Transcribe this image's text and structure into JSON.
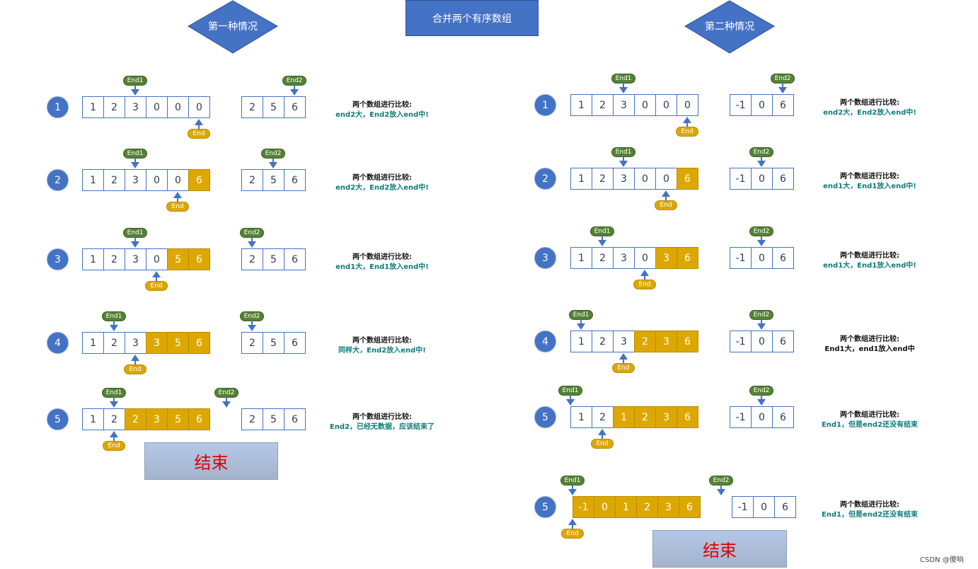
{
  "title": "合并两个有序数组",
  "left": {
    "heading": "第一种情况",
    "steps": [
      {
        "num": "1",
        "a": [
          "1",
          "2",
          "3",
          "0",
          "0",
          "0"
        ],
        "ahl": [],
        "b": [
          "2",
          "5",
          "6"
        ],
        "end1": "End1",
        "end2": "End2",
        "end": "End",
        "line1": "两个数组进行比较:",
        "line2": "end2大，End2放入end中!"
      },
      {
        "num": "2",
        "a": [
          "1",
          "2",
          "3",
          "0",
          "0",
          "6"
        ],
        "ahl": [
          5
        ],
        "b": [
          "2",
          "5",
          "6"
        ],
        "end1": "End1",
        "end2": "End2",
        "end": "End",
        "line1": "两个数组进行比较:",
        "line2": "end2大，End2放入end中!"
      },
      {
        "num": "3",
        "a": [
          "1",
          "2",
          "3",
          "0",
          "5",
          "6"
        ],
        "ahl": [
          4,
          5
        ],
        "b": [
          "2",
          "5",
          "6"
        ],
        "end1": "End1",
        "end2": "End2",
        "end": "End",
        "line1": "两个数组进行比较:",
        "line2": "end1大，End1放入end中!"
      },
      {
        "num": "4",
        "a": [
          "1",
          "2",
          "3",
          "3",
          "5",
          "6"
        ],
        "ahl": [
          3,
          4,
          5
        ],
        "b": [
          "2",
          "5",
          "6"
        ],
        "end1": "End1",
        "end2": "End2",
        "end": "End",
        "line1": "两个数组进行比较:",
        "line2": "同样大，End2放入end中!"
      },
      {
        "num": "5",
        "a": [
          "1",
          "2",
          "2",
          "3",
          "5",
          "6"
        ],
        "ahl": [
          2,
          3,
          4,
          5
        ],
        "b": [
          "2",
          "5",
          "6"
        ],
        "end1": "End1",
        "end2": "End2",
        "end": "End",
        "line1": "两个数组进行比较:",
        "line2": "End2，已经无数据，应该结束了"
      }
    ],
    "end_label": "结束"
  },
  "right": {
    "heading": "第二种情况",
    "steps": [
      {
        "num": "1",
        "a": [
          "1",
          "2",
          "3",
          "0",
          "0",
          "0"
        ],
        "ahl": [],
        "b": [
          "-1",
          "0",
          "6"
        ],
        "end1": "End1",
        "end2": "End2",
        "end": "End",
        "line1": "两个数组进行比较:",
        "line2": "end2大，End2放入end中!"
      },
      {
        "num": "2",
        "a": [
          "1",
          "2",
          "3",
          "0",
          "0",
          "6"
        ],
        "ahl": [
          5
        ],
        "b": [
          "-1",
          "0",
          "6"
        ],
        "end1": "End1",
        "end2": "End2",
        "end": "End",
        "line1": "两个数组进行比较:",
        "line2": "end1大，End1放入end中!"
      },
      {
        "num": "3",
        "a": [
          "1",
          "2",
          "3",
          "0",
          "3",
          "6"
        ],
        "ahl": [
          4,
          5
        ],
        "b": [
          "-1",
          "0",
          "6"
        ],
        "end1": "End1",
        "end2": "End2",
        "end": "End",
        "line1": "两个数组进行比较:",
        "line2": "end1大，End1放入end中!"
      },
      {
        "num": "4",
        "a": [
          "1",
          "2",
          "3",
          "2",
          "3",
          "6"
        ],
        "ahl": [
          3,
          4,
          5
        ],
        "b": [
          "-1",
          "0",
          "6"
        ],
        "end1": "End1",
        "end2": "End2",
        "end": "End",
        "line1": "两个数组进行比较:",
        "line2": "End1大，end1放入end中"
      },
      {
        "num": "5",
        "a": [
          "1",
          "2",
          "1",
          "2",
          "3",
          "6"
        ],
        "ahl": [
          2,
          3,
          4,
          5
        ],
        "b": [
          "-1",
          "0",
          "6"
        ],
        "end1": "End1",
        "end2": "End2",
        "end": "End",
        "line1": "两个数组进行比较:",
        "line2": "End1，但是end2还没有结束"
      },
      {
        "num": "5",
        "a": [
          "-1",
          "0",
          "1",
          "2",
          "3",
          "6"
        ],
        "ahl": [
          0,
          1,
          2,
          3,
          4,
          5
        ],
        "b": [
          "-1",
          "0",
          "6"
        ],
        "end1": "End1",
        "end2": "End2",
        "end": "End",
        "line1": "两个数组进行比较:",
        "line2": "End1，但是end2还没有结束"
      }
    ],
    "end_label": "结束"
  },
  "watermark": "CSDN @傻响",
  "colors": {
    "blue": "#4472c4",
    "gold": "#dca800",
    "green": "#548235",
    "teal": "#0e7c7b",
    "red": "#e00000"
  }
}
